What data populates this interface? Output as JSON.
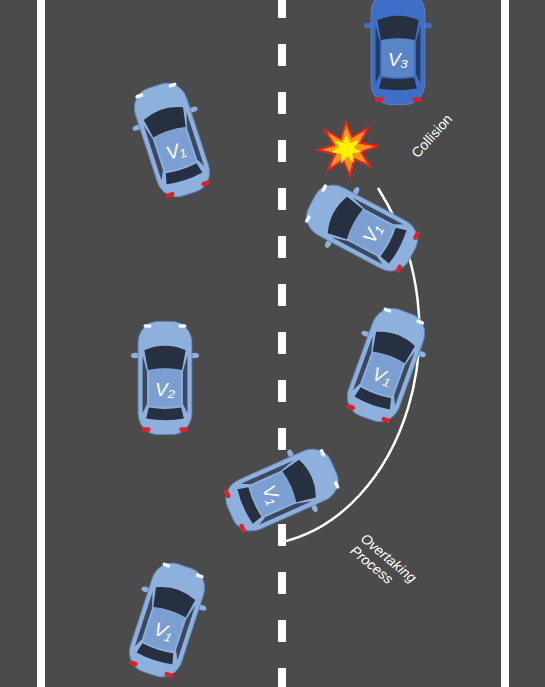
{
  "diagram": {
    "nodes": [
      {
        "text": [
          "V₁"
        ]
      },
      {
        "text": [
          "V₃"
        ]
      },
      {
        "text": [
          "V₁"
        ]
      },
      {
        "text": [
          "V₁"
        ]
      },
      {
        "text": [
          "V₂"
        ]
      },
      {
        "text": [
          "V₁"
        ]
      },
      {
        "text": [
          "V₁"
        ]
      }
    ],
    "labels": [
      "Collision",
      "Overtaking Process"
    ]
  }
}
